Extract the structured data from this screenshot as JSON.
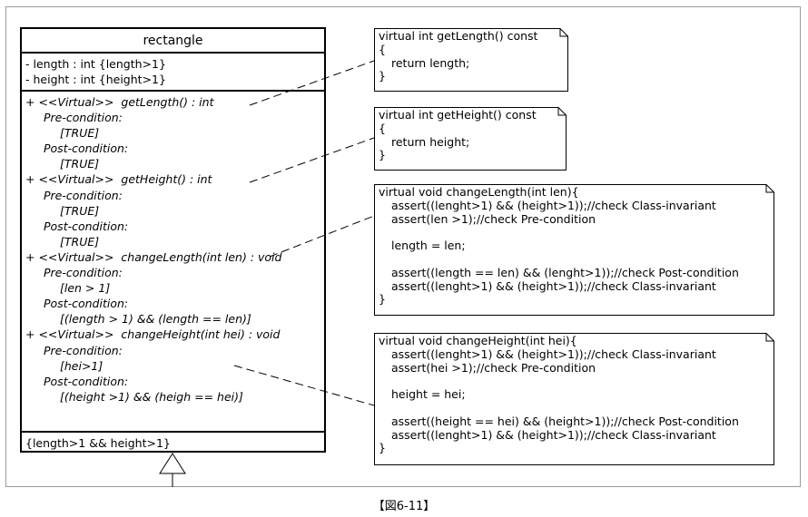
{
  "uml": {
    "class_name": "rectangle",
    "attributes": [
      "- length : int {length>1}",
      "- height : int {height>1}"
    ],
    "operations": [
      {
        "text": "+ <<Virtual>>  getLength() : int",
        "indent": 0
      },
      {
        "text": "Pre-condition:",
        "indent": 1
      },
      {
        "text": "[TRUE]",
        "indent": 2
      },
      {
        "text": "Post-condition:",
        "indent": 1
      },
      {
        "text": "[TRUE]",
        "indent": 2
      },
      {
        "text": "+ <<Virtual>>  getHeight() : int",
        "indent": 0
      },
      {
        "text": "Pre-condition:",
        "indent": 1
      },
      {
        "text": "[TRUE]",
        "indent": 2
      },
      {
        "text": "Post-condition:",
        "indent": 1
      },
      {
        "text": "[TRUE]",
        "indent": 2
      },
      {
        "text": "+ <<Virtual>>  changeLength(int len) : void",
        "indent": 0
      },
      {
        "text": "Pre-condition:",
        "indent": 1
      },
      {
        "text": "[len > 1]",
        "indent": 2
      },
      {
        "text": "Post-condition:",
        "indent": 1
      },
      {
        "text": "[(length > 1) && (length == len)]",
        "indent": 2
      },
      {
        "text": "+ <<Virtual>>  changeHeight(int hei) : void",
        "indent": 0
      },
      {
        "text": "Pre-condition:",
        "indent": 1
      },
      {
        "text": "[hei>1]",
        "indent": 2
      },
      {
        "text": "Post-condition:",
        "indent": 1
      },
      {
        "text": "[(height >1) && (heigh == hei)]",
        "indent": 2
      }
    ],
    "invariant": "{length>1 && height>1}"
  },
  "notes": [
    {
      "lines": [
        {
          "t": "virtual int getLength() const",
          "i": 0
        },
        {
          "t": "{",
          "i": 0
        },
        {
          "t": "return length;",
          "i": 1
        },
        {
          "t": "}",
          "i": 0
        }
      ]
    },
    {
      "lines": [
        {
          "t": "virtual int getHeight() const",
          "i": 0
        },
        {
          "t": "{",
          "i": 0
        },
        {
          "t": "return height;",
          "i": 1
        },
        {
          "t": "}",
          "i": 0
        }
      ]
    },
    {
      "lines": [
        {
          "t": "virtual void changeLength(int len){",
          "i": 0
        },
        {
          "t": "assert((lenght>1) && (height>1));//check Class-invariant",
          "i": 1
        },
        {
          "t": "assert(len >1);//check Pre-condition",
          "i": 1
        },
        {
          "t": "",
          "i": 1
        },
        {
          "t": "length = len;",
          "i": 1
        },
        {
          "t": "",
          "i": 1
        },
        {
          "t": "assert((length == len) && (lenght>1));//check Post-condition",
          "i": 1
        },
        {
          "t": "assert((lenght>1) && (height>1));//check Class-invariant",
          "i": 1
        },
        {
          "t": "}",
          "i": 0
        }
      ]
    },
    {
      "lines": [
        {
          "t": "virtual void changeHeight(int hei){",
          "i": 0
        },
        {
          "t": "assert((lenght>1) && (height>1));//check Class-invariant",
          "i": 1
        },
        {
          "t": "assert(hei >1);//check Pre-condition",
          "i": 1
        },
        {
          "t": "",
          "i": 1
        },
        {
          "t": "height = hei;",
          "i": 1
        },
        {
          "t": "",
          "i": 1
        },
        {
          "t": "assert((height == hei) && (height>1));//check Post-condition",
          "i": 1
        },
        {
          "t": "assert((lenght>1) && (height>1));//check Class-invariant",
          "i": 1
        },
        {
          "t": "}",
          "i": 0
        }
      ]
    }
  ],
  "caption": "【図6-11】"
}
